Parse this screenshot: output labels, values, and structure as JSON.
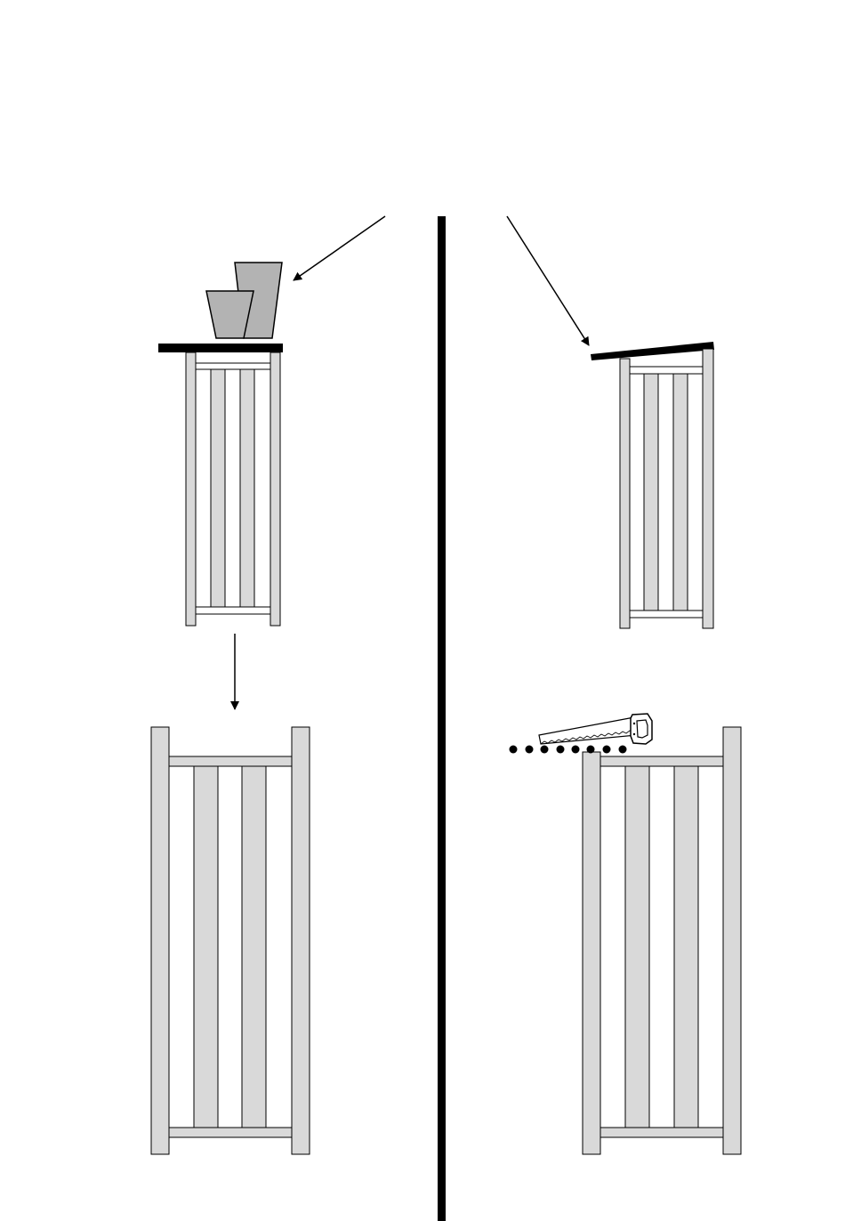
{
  "diagram": {
    "text_labels": [],
    "colors": {
      "background": "#ffffff",
      "stroke": "#000000",
      "rail_fill": "#d9d9d9",
      "pot_fill": "#b3b3b3"
    },
    "panels": {
      "left": {
        "top_item": "shelf-with-plant-pots",
        "bottom_item": "enlarged-slatted-stand"
      },
      "right": {
        "top_item": "stand-with-sloped-top-board",
        "bottom_item": "slatted-stand-being-sawn"
      }
    },
    "icons": [
      "plant-pot-icon",
      "saw-icon",
      "arrow-icon"
    ]
  }
}
